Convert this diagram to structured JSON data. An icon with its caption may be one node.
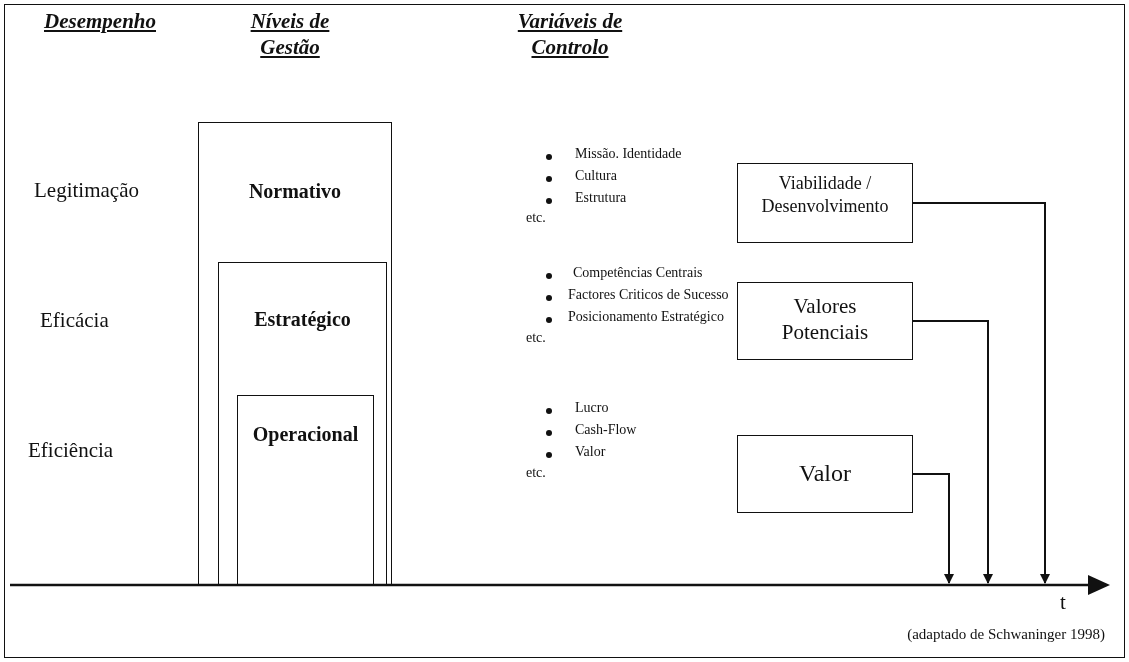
{
  "diagram": {
    "caption": "(adaptado de Schwaninger 1998)",
    "nodes": [
      {
        "text": [
          "Normativo"
        ]
      },
      {
        "text": [
          "Estratégico"
        ],
        "in": 0
      },
      {
        "text": [
          "Operacional"
        ],
        "in": 1
      },
      {
        "text": [
          "Viabilidade / Desenvolvimento"
        ]
      },
      {
        "text": [
          "Valores Potenciais"
        ]
      },
      {
        "text": [
          "Valor"
        ]
      }
    ],
    "edges": [
      {
        "from": 3,
        "to": null,
        "arrow": "to"
      },
      {
        "from": 4,
        "to": null,
        "arrow": "to"
      },
      {
        "from": 5,
        "to": null,
        "arrow": "to"
      }
    ],
    "labels": [
      "Desempenho",
      "Níveis de Gestão",
      "Variáveis de Controlo",
      "Legitimação",
      "Missão. Identidade",
      "Cultura",
      "Estrutura",
      "etc.",
      "Eficácia",
      "Competências Centrais",
      "Factores Criticos de Sucesso",
      "Posicionamento Estratégico",
      "etc.",
      "Eficiência",
      "Lucro",
      "Cash-Flow",
      "Valor",
      "etc.",
      "t"
    ]
  }
}
